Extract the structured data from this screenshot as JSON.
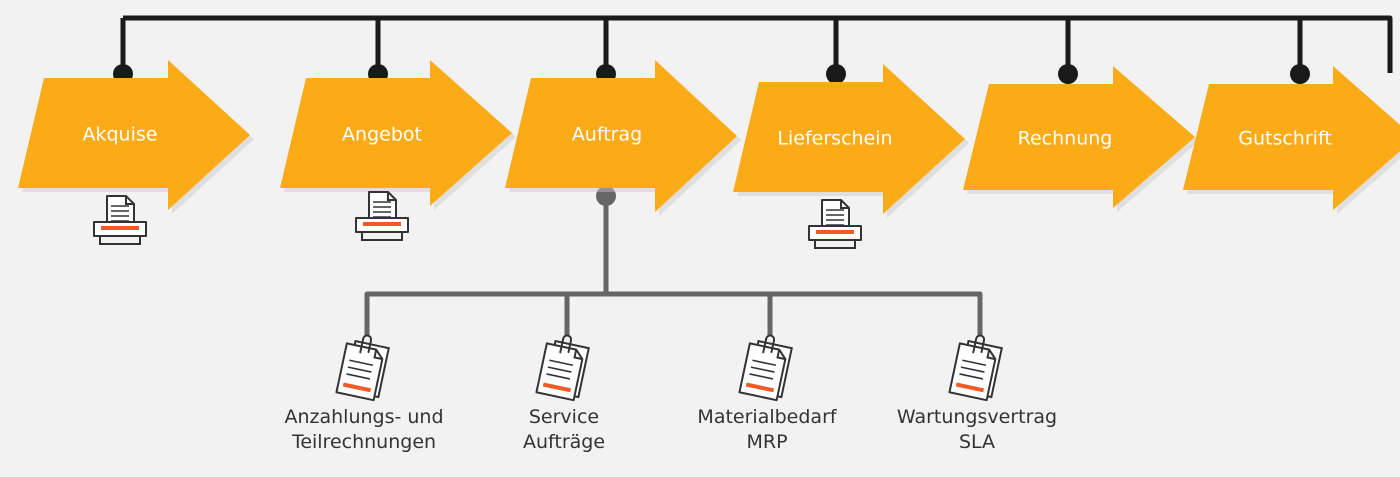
{
  "colors": {
    "arrow": "#fbab18",
    "arrow_shadow": "#c8c8c8",
    "main_line": "#1a1a1a",
    "branch_line": "#666666",
    "printer_accent": "#f15a24",
    "icon_stroke": "#333333",
    "background": "#f2f2f2"
  },
  "process_steps": [
    {
      "label": "Akquise",
      "has_printer": true
    },
    {
      "label": "Angebot",
      "has_printer": true
    },
    {
      "label": "Auftrag",
      "has_printer": false,
      "has_branches": true
    },
    {
      "label": "Lieferschein",
      "has_printer": true
    },
    {
      "label": "Rechnung",
      "has_printer": false
    },
    {
      "label": "Gutschrift",
      "has_printer": false
    }
  ],
  "sub_documents": [
    {
      "line1": "Anzahlungs- und",
      "line2": "Teilrechnungen",
      "icon": "clipped-document-icon"
    },
    {
      "line1": "Service",
      "line2": "Aufträge",
      "icon": "clipped-document-icon"
    },
    {
      "line1": "Materialbedarf",
      "line2": "MRP",
      "icon": "clipped-document-icon"
    },
    {
      "line1": "Wartungsvertrag",
      "line2": "SLA",
      "icon": "clipped-document-icon"
    }
  ]
}
